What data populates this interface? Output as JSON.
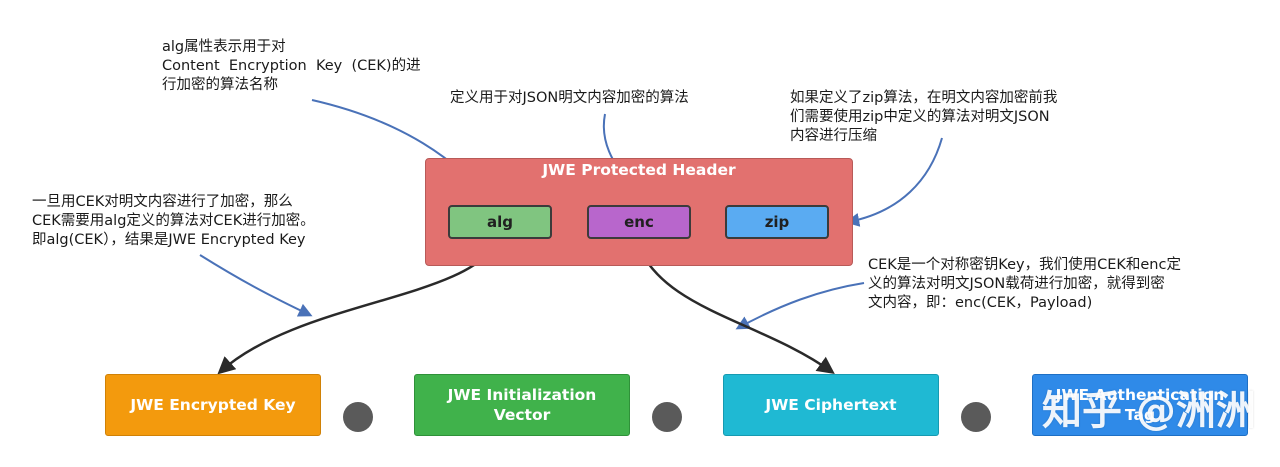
{
  "notes": {
    "alg_note": [
      "alg属性表示用于对",
      "Content  Encryption  Key  (CEK)的进",
      "行加密的算法名称"
    ],
    "enc_note": [
      "定义用于对JSON明文内容加密的算法"
    ],
    "zip_note": [
      "如果定义了zip算法，在明文内容加密前我",
      "们需要使用zip中定义的算法对明文JSON",
      "内容进行压缩"
    ],
    "cek_encrypt_note": [
      "一旦用CEK对明文内容进行了加密，那么",
      "CEK需要用alg定义的算法对CEK进行加密。",
      "即alg(CEK），结果是JWE Encrypted Key"
    ],
    "cek_payload_note": [
      "CEK是一个对称密钥Key，我们使用CEK和enc定",
      "义的算法对明文JSON载荷进行加密，就得到密",
      "文内容，即：enc(CEK，Payload)"
    ]
  },
  "header": {
    "title": "JWE Protected Header",
    "fields": {
      "alg": "alg",
      "enc": "enc",
      "zip": "zip"
    }
  },
  "parts": {
    "encrypted_key": "JWE Encrypted Key",
    "initialization_vector": "JWE Initialization\nVector",
    "ciphertext": "JWE Ciphertext",
    "authentication_tag": "JWE Authentication\nTag"
  },
  "watermark": "知乎 @洲洲",
  "colors": {
    "header_fill": "#e2716f",
    "alg_fill": "#80c580",
    "enc_fill": "#b866cc",
    "zip_fill": "#5aabf2",
    "encrypted_key_fill": "#f39a0d",
    "iv_fill": "#40b24b",
    "ciphertext_fill": "#1fb9d3",
    "tag_fill": "#2f8ae8",
    "annotation_arrow": "#4a72b8",
    "flow_arrow": "#2a2a2a",
    "separator_dot": "#5a5a5a"
  }
}
